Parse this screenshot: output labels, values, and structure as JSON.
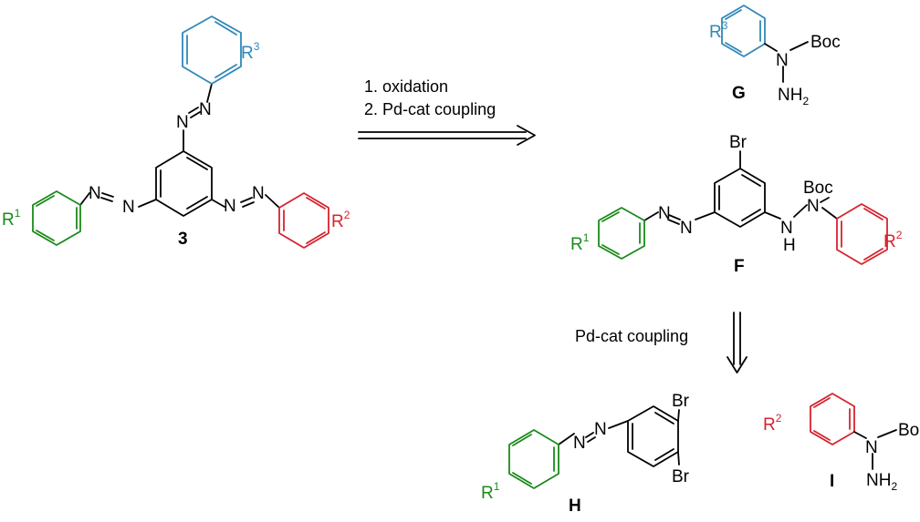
{
  "colors": {
    "bond": "#000000",
    "ring_r1": "#1a8a1a",
    "ring_r2": "#d6232e",
    "ring_r3": "#2f88b8"
  },
  "atoms": {
    "N": "N",
    "H": "H",
    "Br": "Br",
    "Boc": "Boc",
    "NH2_main": "NH",
    "NH2_sub": "2",
    "R": "R"
  },
  "substituents": {
    "r1": "1",
    "r2": "2",
    "r3": "3"
  },
  "compounds": {
    "three": "3",
    "F": "F",
    "G": "G",
    "H": "H",
    "I": "I"
  },
  "arrows": {
    "top_step1": "1. oxidation",
    "top_step2": "2. Pd-cat coupling",
    "bottom_step": "Pd-cat coupling"
  }
}
